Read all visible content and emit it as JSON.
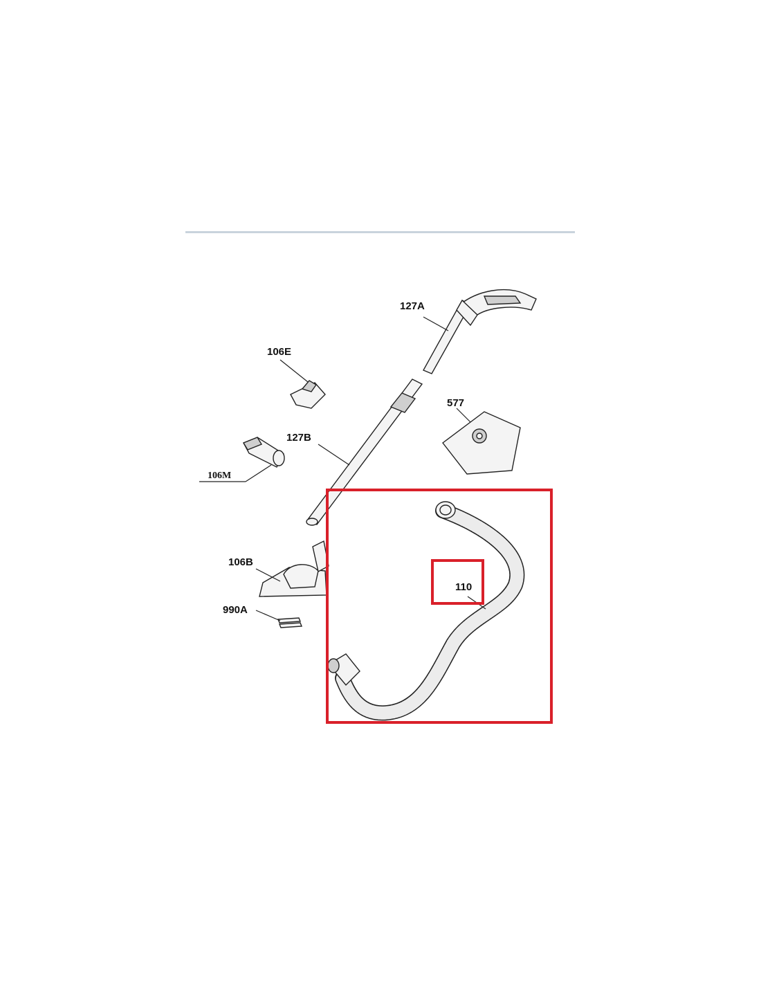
{
  "labels": {
    "part_127A": "127A",
    "part_106E": "106E",
    "part_577": "577",
    "part_127B": "127B",
    "part_106M": "106M",
    "part_106B": "106B",
    "part_990A": "990A",
    "part_110": "110"
  },
  "colors": {
    "highlight": "#d9202a",
    "divider": "#c9d3dd",
    "ink": "#222222"
  }
}
